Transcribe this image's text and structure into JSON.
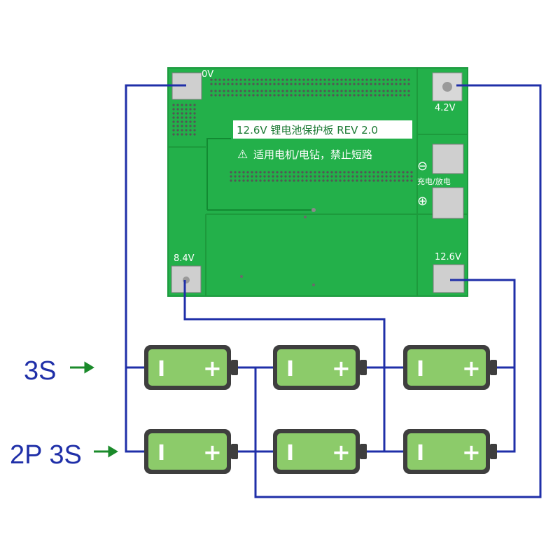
{
  "board": {
    "title": "12.6V 锂电池保护板 REV 2.0",
    "warning": "适用电机/电钻，禁止短路",
    "charge_discharge": "充电/放电",
    "pad_0v": "0V",
    "pad_42v": "4.2V",
    "pad_84v": "8.4V",
    "pad_126v": "12.6V",
    "minus_symbol": "⊖",
    "plus_symbol": "⊕",
    "warning_symbol": "⚠"
  },
  "rows": {
    "row1": "3S",
    "row2": "2P 3S",
    "arrow_glyph": "→"
  },
  "battery": {
    "minus_sign": "I",
    "plus_sign": "+"
  },
  "colors": {
    "pcb": "#23b04a",
    "wire": "#1f2fa8",
    "battery_body": "#8ccb6a",
    "battery_outline": "#3e3e3e",
    "label": "#1f2fa8",
    "arrow": "#1a8a2a"
  }
}
